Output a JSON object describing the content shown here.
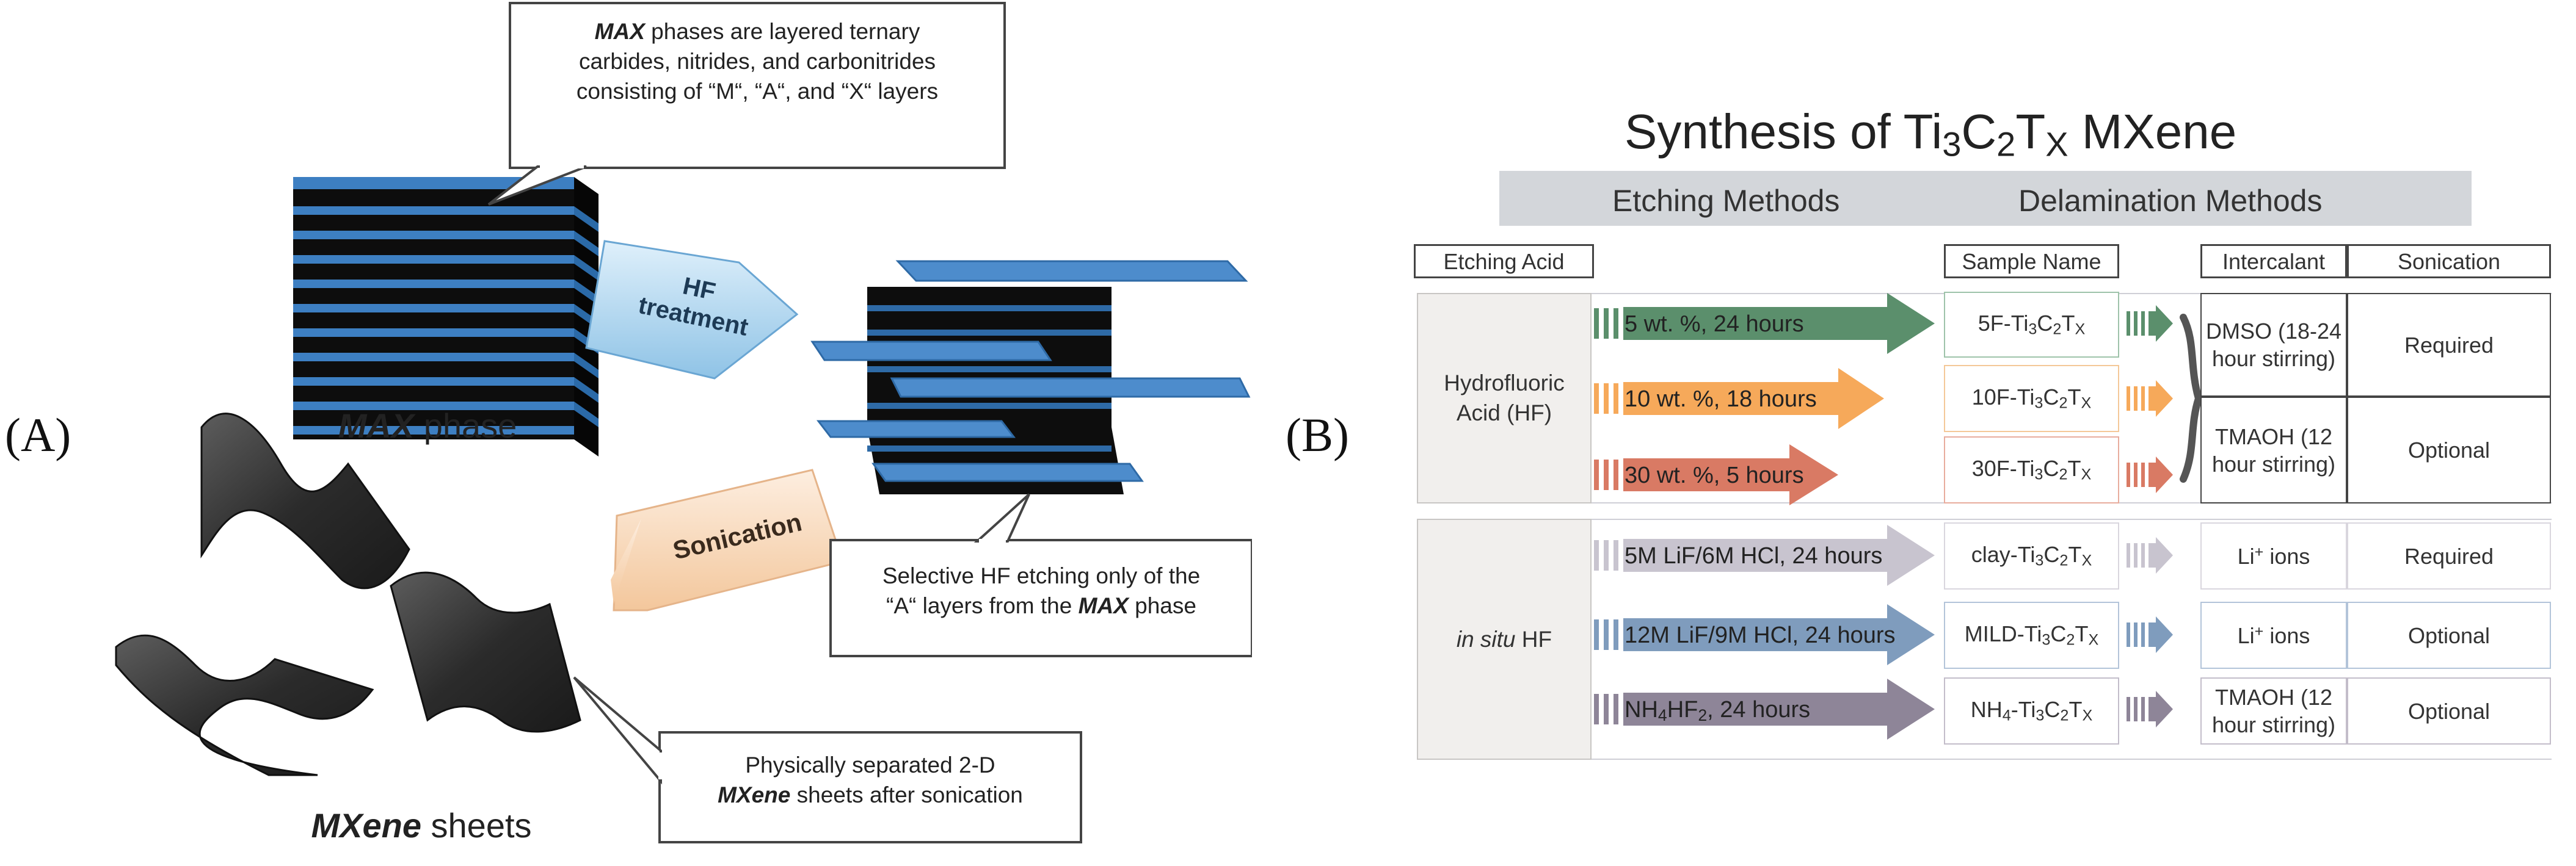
{
  "panel_a": {
    "label": "(A)",
    "max_label_em": "MAX",
    "max_label_rest": " phase",
    "mxene_label_em": "MXene",
    "mxene_label_rest": " sheets",
    "hf_treatment_line1": "HF",
    "hf_treatment_line2": "treatment",
    "sonication": "Sonication",
    "callout_max_line1_em": "MAX",
    "callout_max_line1_rest": " phases are layered ternary",
    "callout_max_line2": "carbides, nitrides, and carbonitrides",
    "callout_max_line3": "consisting of “M“, “A“, and “X“ layers",
    "callout_etch_line1": "Selective HF etching only of the",
    "callout_etch_line2_pre": "“A“ layers from the ",
    "callout_etch_line2_em": "MAX",
    "callout_etch_line2_post": " phase",
    "callout_sheets_line1": "Physically separated 2-D",
    "callout_sheets_line2_em": "MXene",
    "callout_sheets_line2_rest": " sheets after sonication"
  },
  "panel_b": {
    "label": "(B)",
    "title_pre": "Synthesis of Ti",
    "title_s1": "3",
    "title_mid": "C",
    "title_s2": "2",
    "title_t": "T",
    "title_s3": "X",
    "title_post": " MXene",
    "banner_left": "Etching Methods",
    "banner_right": "Delamination Methods",
    "header_etching_acid": "Etching Acid",
    "header_sample_name": "Sample Name",
    "header_intercalant": "Intercalant",
    "header_sonication": "Sonication",
    "hf_group_line1": "Hydrofluoric",
    "hf_group_line2": "Acid (HF)",
    "insitu_em": "in situ",
    "insitu_rest": " HF",
    "rows": [
      {
        "condition": "5 wt. %, 24 hours",
        "sample_prefix": "5F-",
        "color": "#5b8f6c"
      },
      {
        "condition": "10 wt. %, 18 hours",
        "sample_prefix": "10F-",
        "color": "#f6a95a"
      },
      {
        "condition": "30 wt. %, 5 hours",
        "sample_prefix": "30F-",
        "color": "#d97a64"
      },
      {
        "condition": "5M LiF/6M HCl, 24 hours",
        "sample_prefix": "clay-",
        "color": "#c8c4cf"
      },
      {
        "condition": "12M LiF/9M HCl, 24 hours",
        "sample_prefix": "MILD-",
        "color": "#7f9cbd"
      },
      {
        "condition_pre": "NH",
        "condition_sub": "4",
        "condition_mid": "HF",
        "condition_sub2": "2",
        "condition_post": ", 24 hours",
        "sample_prefix": "NH",
        "sample_prefix_sub": "4",
        "sample_prefix_post": "-",
        "color": "#8e8598"
      }
    ],
    "sample_ti": "Ti",
    "sample_s1": "3",
    "sample_c": "C",
    "sample_s2": "2",
    "sample_t": "T",
    "sample_s3": "X",
    "intercalant_dmso_line1": "DMSO (18-24",
    "intercalant_dmso_line2": "hour stirring)",
    "intercalant_tmaoh_line1": "TMAOH (12",
    "intercalant_tmaoh_line2": "hour stirring)",
    "intercalant_li": "Li",
    "intercalant_li_sup": "+",
    "intercalant_li_rest": " ions",
    "sonication_required": "Required",
    "sonication_optional": "Optional"
  }
}
